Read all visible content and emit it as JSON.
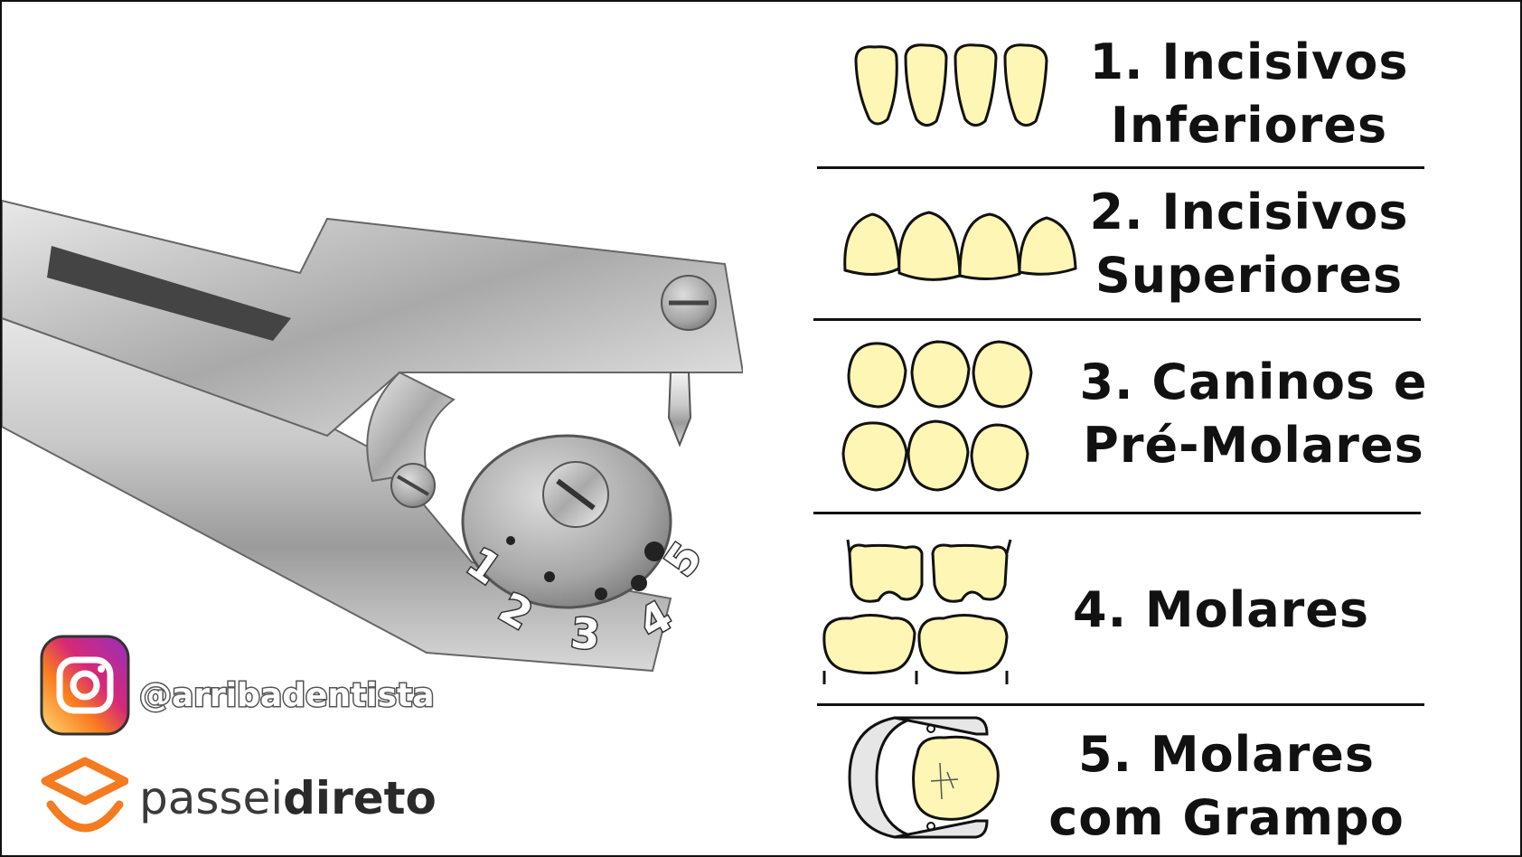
{
  "items": [
    {
      "line1": "1. Incisivos",
      "line2": "Inferiores"
    },
    {
      "line1": "2. Incisivos",
      "line2": "Superiores"
    },
    {
      "line1": "3. Caninos e",
      "line2": "Pré-Molares"
    },
    {
      "line1": "4. Molares",
      "line2": ""
    },
    {
      "line1": "5. Molares",
      "line2": "com Grampo"
    }
  ],
  "punch_numbers": [
    "1",
    "2",
    "3",
    "4",
    "5"
  ],
  "social": {
    "handle": "@arribadentista",
    "icon": "instagram-icon"
  },
  "brand": {
    "prefix": "passei",
    "suffix": "direto",
    "icon": "passeidireto-logo"
  },
  "colors": {
    "tooth": "#fdf6b4",
    "brand_orange": "#f47b20",
    "instagram_start": "#feda75",
    "instagram_end": "#962fbf"
  }
}
